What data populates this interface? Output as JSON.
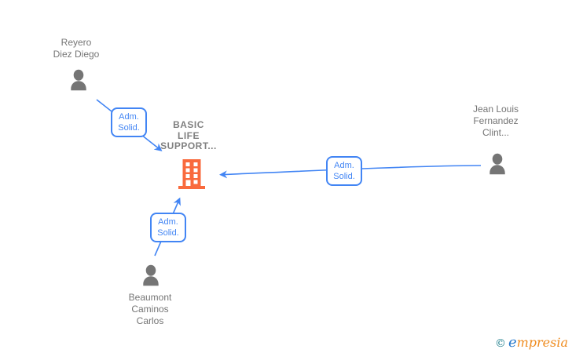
{
  "colors": {
    "edge_blue": "#4285F4",
    "person_gray": "#757575",
    "company_text_gray": "#808080",
    "building_orange": "#F96A3D",
    "label_bg": "#ffffff",
    "brand_teal": "#1D7E8C",
    "brand_blue": "#2779CC",
    "brand_orange": "#EF8B1E"
  },
  "diagram": {
    "company": {
      "lines": [
        "BASIC",
        "LIFE",
        "SUPPORT..."
      ]
    },
    "persons": [
      {
        "id": "reyero",
        "lines": [
          "Reyero",
          "Diez Diego"
        ]
      },
      {
        "id": "jean",
        "lines": [
          "Jean Louis",
          "Fernandez",
          "Clint..."
        ]
      },
      {
        "id": "beaumont",
        "lines": [
          "Beaumont",
          "Caminos",
          "Carlos"
        ]
      }
    ],
    "edges": [
      {
        "from": "reyero",
        "to": "company",
        "label_lines": [
          "Adm.",
          "Solid."
        ]
      },
      {
        "from": "jean",
        "to": "company",
        "label_lines": [
          "Adm.",
          "Solid."
        ]
      },
      {
        "from": "beaumont",
        "to": "company",
        "label_lines": [
          "Adm.",
          "Solid."
        ]
      }
    ]
  },
  "footer": {
    "copyright_symbol": "©",
    "brand_initial": "e",
    "brand_rest": "mpresia"
  }
}
